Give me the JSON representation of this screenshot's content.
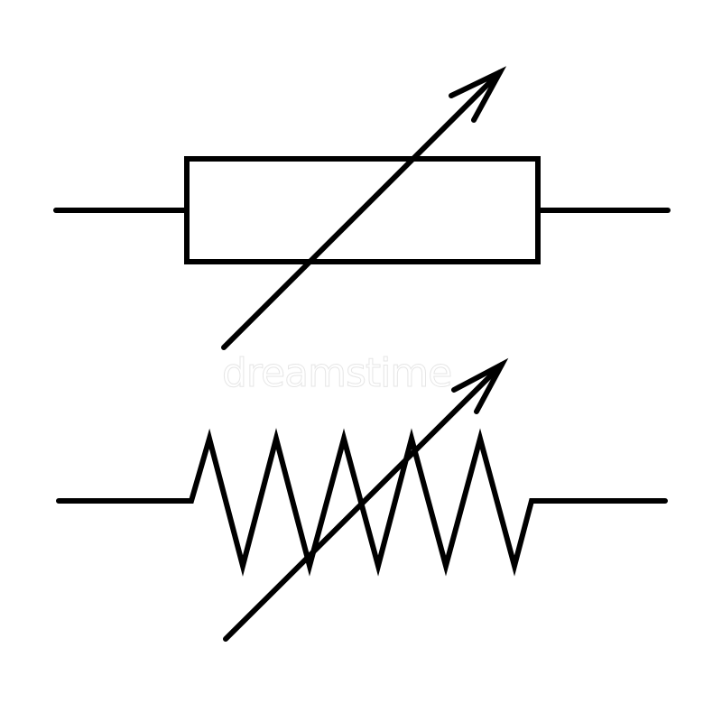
{
  "diagram": {
    "symbols": [
      {
        "name": "variable-resistor-rectangle",
        "style": "IEC"
      },
      {
        "name": "variable-resistor-zigzag",
        "style": "ANSI"
      }
    ],
    "stroke_color": "#000000",
    "background": "#ffffff"
  },
  "watermark": {
    "text": "dreamstime"
  }
}
